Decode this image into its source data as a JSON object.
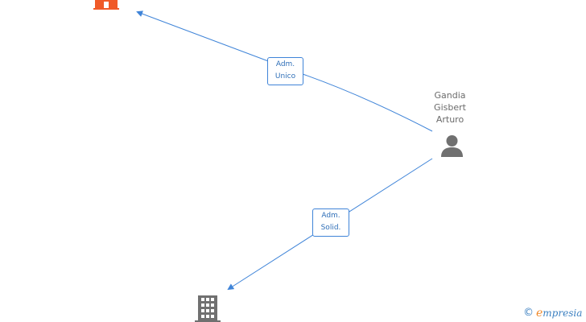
{
  "nodes": {
    "person": {
      "name_lines": [
        "Gandia",
        "Gisbert",
        "Arturo"
      ],
      "icon": "person-icon"
    },
    "company_top": {
      "icon": "building-icon",
      "color": "#f05a28"
    },
    "company_bottom": {
      "icon": "building-icon",
      "color": "#707070"
    }
  },
  "edges": [
    {
      "from": "person",
      "to": "company_top",
      "label_lines": [
        "Adm.",
        "Unico"
      ]
    },
    {
      "from": "person",
      "to": "company_bottom",
      "label_lines": [
        "Adm.",
        "Solid."
      ]
    }
  ],
  "colors": {
    "edge": "#3f84d8",
    "label_text": "#2f6fb8",
    "person": "#707070"
  },
  "watermark": {
    "copyright_symbol": "©",
    "brand_initial": "e",
    "brand_rest": "mpresia"
  }
}
